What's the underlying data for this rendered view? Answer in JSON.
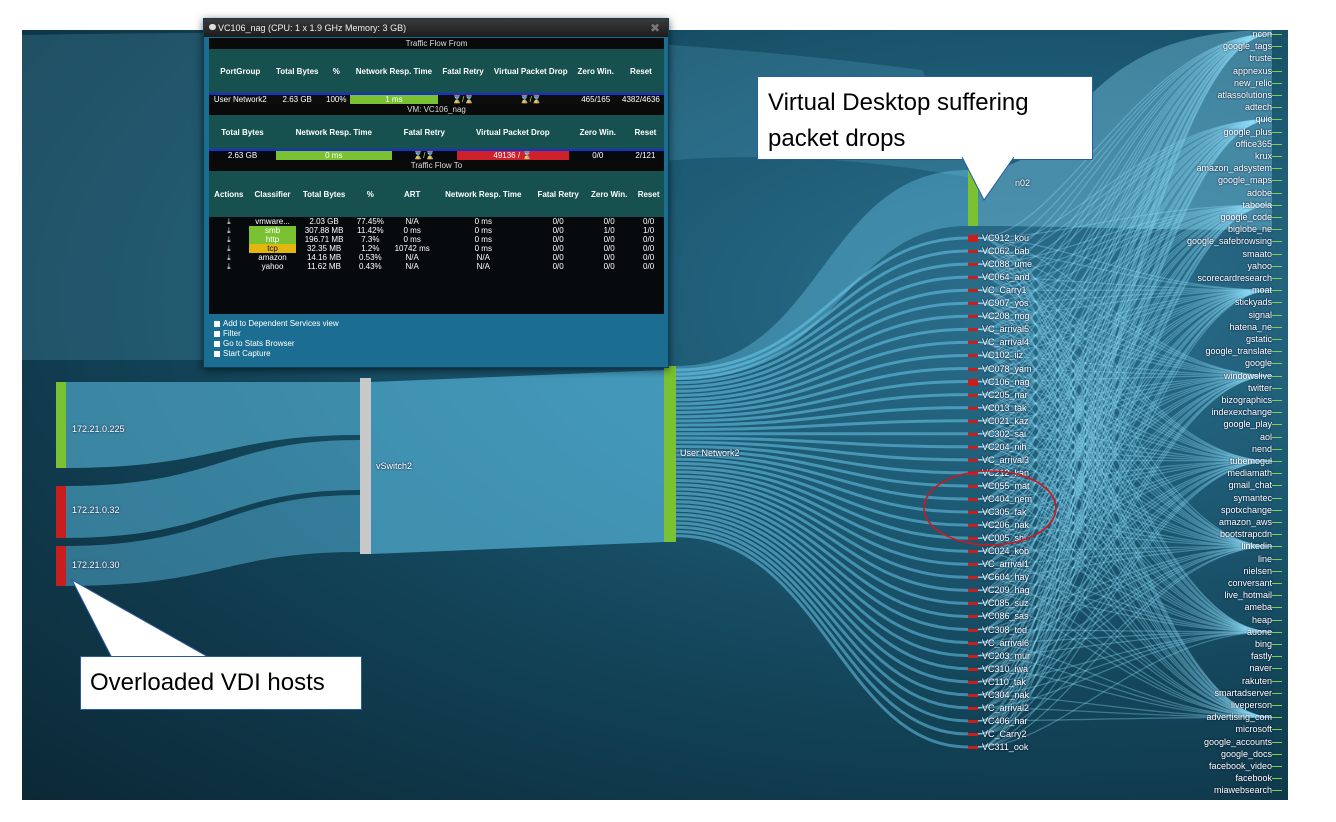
{
  "popup": {
    "title": "VC106_nag (CPU: 1 x 1.9 GHz Memory: 3 GB)",
    "close_symbol": "✖",
    "from_section": "Traffic Flow From",
    "from_headers": [
      "PortGroup",
      "Total Bytes",
      "%",
      "Network Resp. Time",
      "Fatal Retry",
      "Virtual Packet Drop",
      "Zero Win.",
      "Reset"
    ],
    "from_row": [
      "User Network2",
      "2.63 GB",
      "100%",
      "1 ms",
      "⌛/⌛",
      "⌛/⌛",
      "465/165",
      "4382/4636"
    ],
    "vm_section": "VM: VC106_nag",
    "vm_headers": [
      "Total Bytes",
      "Network Resp. Time",
      "Fatal Retry",
      "Virtual Packet Drop",
      "Zero Win.",
      "Reset"
    ],
    "vm_row": [
      "2.63 GB",
      "0 ms",
      "⌛/⌛",
      "49136 / ⌛",
      "0/0",
      "2/121"
    ],
    "to_section": "Traffic Flow To",
    "to_headers": [
      "Actions",
      "Classifier",
      "Total Bytes",
      "%",
      "ART",
      "Network Resp. Time",
      "Fatal Retry",
      "Zero Win.",
      "Reset"
    ],
    "to_rows": [
      [
        "⤓",
        "vmware...",
        "2.03 GB",
        "77.45%",
        "N/A",
        "0 ms",
        "0/0",
        "0/0",
        "0/0"
      ],
      [
        "⤓",
        "smb",
        "307.88 MB",
        "11.42%",
        "0 ms",
        "0 ms",
        "0/0",
        "1/0",
        "1/0"
      ],
      [
        "⤓",
        "http",
        "196.71 MB",
        "7.3%",
        "0 ms",
        "0 ms",
        "0/0",
        "0/0",
        "0/0"
      ],
      [
        "⤓",
        "tcp",
        "32.35 MB",
        "1.2%",
        "10742 ms",
        "0 ms",
        "0/0",
        "0/0",
        "0/0"
      ],
      [
        "⤓",
        "amazon",
        "14.16 MB",
        "0.53%",
        "N/A",
        "N/A",
        "0/0",
        "0/0",
        "0/0"
      ],
      [
        "⤓",
        "yahoo",
        "11.62 MB",
        "0.43%",
        "N/A",
        "N/A",
        "0/0",
        "0/0",
        "0/0"
      ]
    ],
    "actions": [
      "Add to Dependent Services view",
      "Filter",
      "Go to Stats Browser",
      "Start Capture"
    ]
  },
  "nodes": {
    "hosts": [
      "172.21.0.225",
      "172.21.0.32",
      "172.21.0.30"
    ],
    "vswitch": "vSwitch2",
    "portgroup": "User Network2"
  },
  "vms": [
    "VC912_kou",
    "VC062_bab",
    "VC088_ume",
    "VC064_and",
    "VC_Carry1",
    "VC907_yos",
    "VC208_nog",
    "VC_arrival5",
    "VC_arrival4",
    "VC102_iiz",
    "VC078_yam",
    "VC106_nag",
    "VC205_nar",
    "VC013_tak",
    "VC021_kaz",
    "VC302_sai",
    "VC204_nih",
    "VC_arrival3",
    "VC212_kan",
    "VC055_mat",
    "VC404_nem",
    "VC305_fak",
    "VC206_nak",
    "VC005_shi",
    "VC024_kob",
    "VC_arrival1",
    "VC604_hay",
    "VC209_hag",
    "VC085_suz",
    "VC086_sas",
    "VC308_tod",
    "VC_arrival6",
    "VC203_mur",
    "VC310_iwa",
    "VC110_tak",
    "VC304_nak",
    "VC_arrival2",
    "VC406_har",
    "VC_Carry2",
    "VC311_ook"
  ],
  "vm_top_label": "n02",
  "services": [
    "ncon",
    "google_tags",
    "truste",
    "appnexus",
    "new_relic",
    "atlassolutions",
    "adtech",
    "quic",
    "google_plus",
    "office365",
    "krux",
    "amazon_adsystem",
    "google_maps",
    "adobe",
    "taboola",
    "google_code",
    "biglobe_ne",
    "google_safebrowsing",
    "smaato",
    "yahoo",
    "scorecardresearch",
    "moat",
    "stickyads",
    "signal",
    "hatena_ne",
    "gstatic",
    "google_translate",
    "google",
    "windowslive",
    "twitter",
    "bizographics",
    "indexexchange",
    "google_play",
    "aol",
    "nend",
    "tubemogul",
    "mediamath",
    "gmail_chat",
    "symantec",
    "spotxchange",
    "amazon_aws",
    "bootstrapcdn",
    "linkedin",
    "line",
    "nielsen",
    "conversant",
    "live_hotmail",
    "ameba",
    "heap",
    "auone",
    "bing",
    "fastly",
    "naver",
    "rakuten",
    "smartadserver",
    "liveperson",
    "advertising_com",
    "microsoft",
    "google_accounts",
    "google_docs",
    "facebook_video",
    "facebook",
    "miawebsearch"
  ],
  "callouts": {
    "vdi": "Virtual Desktop suffering packet drops",
    "hosts": "Overloaded VDI hosts"
  },
  "colors": {
    "green": "#7ac231",
    "red": "#c81e1e",
    "flow": "#5bc6ee"
  }
}
